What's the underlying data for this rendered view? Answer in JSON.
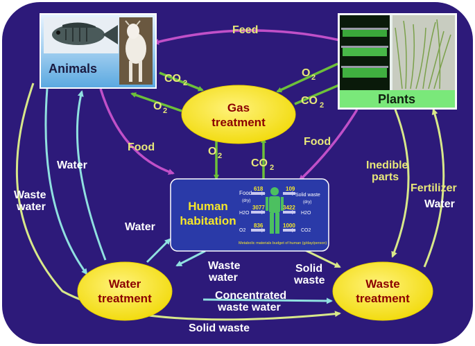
{
  "nodes": {
    "animals": "Animals",
    "plants": "Plants",
    "gas": [
      "Gas",
      "treatment"
    ],
    "habitation": [
      "Human",
      "habitation"
    ],
    "water_treatment": [
      "Water",
      "treatment"
    ],
    "waste_treatment": [
      "Waste",
      "treatment"
    ]
  },
  "labels": {
    "feed": "Feed",
    "co2": "CO",
    "o2": "O",
    "sub2": "2",
    "food": "Food",
    "water": "Water",
    "waste_water_1": "Waste",
    "waste_water_2": "water",
    "inedible_1": "Inedible",
    "inedible_2": "parts",
    "fertilizer": "Fertilizer",
    "solid_waste_1": "Solid",
    "solid_waste_2": "waste",
    "concentrated_1": "Concentrated",
    "concentrated_2": "waste water",
    "solid_waste": "Solid waste"
  },
  "budget": {
    "rows": [
      {
        "in_label": "Food",
        "in_sub": "(dry)",
        "in_value": "618",
        "out_value": "109",
        "out_label": "Solid waste",
        "out_sub": "(dry)"
      },
      {
        "in_label": "H2O",
        "in_sub": "",
        "in_value": "3077",
        "out_value": "3422",
        "out_label": "H2O",
        "out_sub": ""
      },
      {
        "in_label": "O2",
        "in_sub": "",
        "in_value": "836",
        "out_value": "1000",
        "out_label": "CO2",
        "out_sub": ""
      }
    ],
    "caption": "Metabolic materials budget of human (g/day/person)"
  },
  "colors": {
    "background": "#2d1a7a",
    "node_fill": "#f5e62a",
    "node_title": "#8b0000",
    "habitation_fill": "#2a3aa8",
    "arrow_green": "#6dc03a",
    "arrow_magenta": "#c050c8",
    "arrow_cyan": "#90e0e0",
    "arrow_yellowgreen": "#d8e88a",
    "label_yellow": "#e8e87a",
    "human_figure": "#4cc060"
  }
}
